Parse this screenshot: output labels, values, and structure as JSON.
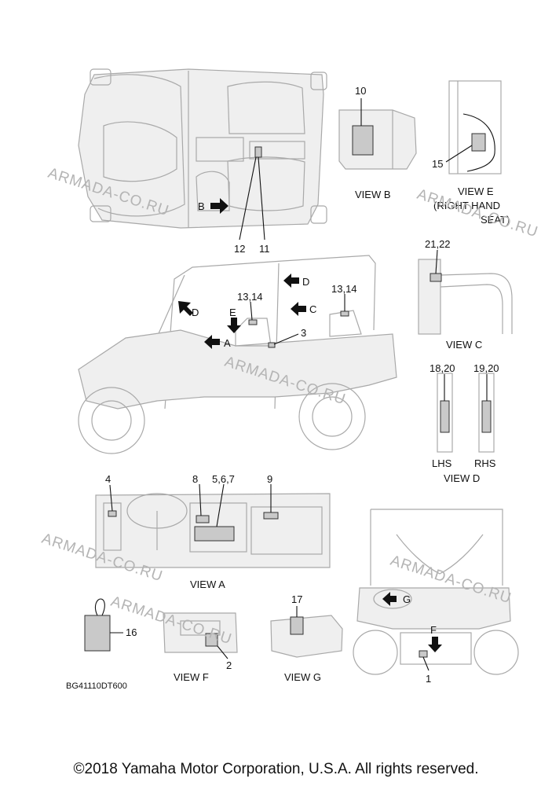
{
  "watermarks": [
    "ARMADA-CO.RU",
    "ARMADA-CO.RU",
    "ARMADA-CO.RU",
    "ARMADA-CO.RU",
    "ARMADA-CO.RU",
    "ARMADA-CO.RU"
  ],
  "views": {
    "a": "VIEW A",
    "b": "VIEW B",
    "c": "VIEW C",
    "d": "VIEW D",
    "e_line1": "VIEW E",
    "e_line2": "(RIGHT HAND",
    "e_line3": "SEAT)",
    "f": "VIEW F",
    "g": "VIEW G"
  },
  "callouts": {
    "c1": "1",
    "c2": "2",
    "c3": "3",
    "c4": "4",
    "c5_7": "5,6,7",
    "c8": "8",
    "c9": "9",
    "c10": "10",
    "c11": "11",
    "c12": "12",
    "c13_14a": "13,14",
    "c13_14b": "13,14",
    "c15": "15",
    "c16": "16",
    "c17": "17",
    "c18_20": "18,20",
    "c19_20": "19,20",
    "c21_22": "21,22"
  },
  "arrow_letters": {
    "top_b": "B",
    "side_d_left": "D",
    "side_e": "E",
    "side_a": "A",
    "side_d_right": "D",
    "side_c": "C",
    "rear_g": "G",
    "rear_f": "F"
  },
  "sides": {
    "lhs": "LHS",
    "rhs": "RHS"
  },
  "part_code": "BG41110DT600",
  "copyright": "©2018 Yamaha Motor Corporation, U.S.A. All rights reserved."
}
